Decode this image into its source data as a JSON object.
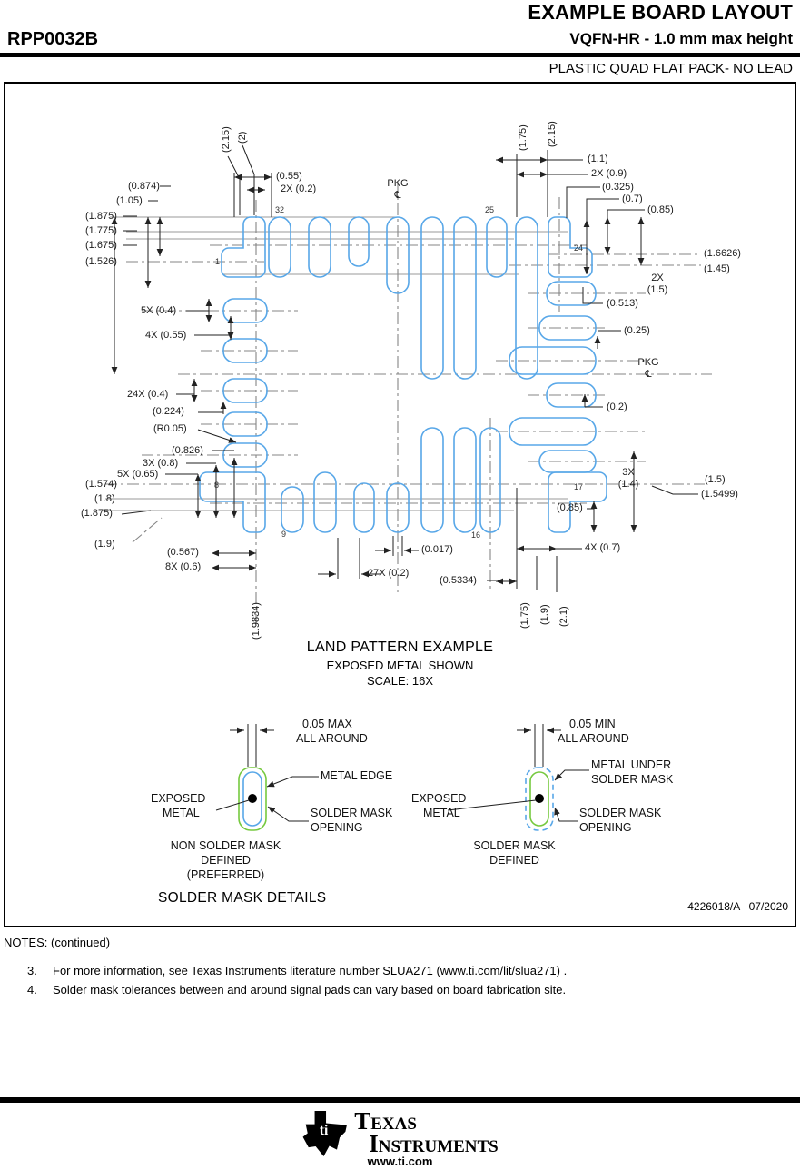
{
  "header": {
    "part_number": "RPP0032B",
    "title": "EXAMPLE BOARD LAYOUT",
    "subtitle": "VQFN-HR - 1.0 mm max height",
    "package_type": "PLASTIC QUAD FLAT PACK- NO LEAD"
  },
  "drawing": {
    "pkg": {
      "label": "PKG",
      "symbol": "℄"
    },
    "pins": {
      "p1": "1",
      "p8": "8",
      "p9": "9",
      "p16": "16",
      "p17": "17",
      "p24": "24",
      "p25": "25",
      "p32": "32"
    },
    "dims": {
      "d1": "(2.15)",
      "d2": "(2)",
      "d3": "(0.55)",
      "d4": "2X (0.2)",
      "d5": "(0.874)",
      "d6": "(1.05)",
      "d7": "(1.875)",
      "d8": "(1.775)",
      "d9": "(1.675)",
      "d10": "(1.526)",
      "d11": "5X (0.4)",
      "d12": "4X (0.55)",
      "d13": "24X (0.4)",
      "d14": "(0.224)",
      "d15": "(R0.05)",
      "d16": "(0.826)",
      "d17": "3X (0.8)",
      "d18": "5X (0.65)",
      "d19": "(1.574)",
      "d20": "(1.8)",
      "d21": "(1.875)",
      "d22": "(1.9)",
      "d23": "(0.567)",
      "d24": "8X (0.6)",
      "d25": "27X (0.2)",
      "d26": "(0.017)",
      "d27": "(0.5334)",
      "d28": "(1.9834)",
      "d29": "(1.75)",
      "d30": "(1.9)",
      "d31": "(2.1)",
      "d32": "4X (0.7)",
      "d33": "(0.85)",
      "d34a": "3X",
      "d34b": "(1.4)",
      "d35": "(1.5)",
      "d36": "(1.5499)",
      "d37": "(1.75)",
      "d38": "(2.15)",
      "d39": "(1.1)",
      "d40": "2X (0.9)",
      "d41": "(0.325)",
      "d42": "(0.7)",
      "d43": "(0.85)",
      "d44": "(1.6626)",
      "d45": "(1.45)",
      "d46a": "2X",
      "d46b": "(1.5)",
      "d47": "(0.513)",
      "d48": "(0.25)",
      "d49": "(0.2)"
    },
    "caption": {
      "title": "LAND PATTERN EXAMPLE",
      "sub1": "EXPOSED METAL SHOWN",
      "sub2": "SCALE: 16X"
    }
  },
  "solder_mask": {
    "left": {
      "dim1": "0.05 MAX",
      "dim2": "ALL AROUND",
      "metal_edge": "METAL EDGE",
      "exposed1": "EXPOSED",
      "exposed2": "METAL",
      "opening1": "SOLDER MASK",
      "opening2": "OPENING",
      "caption1": "NON SOLDER MASK",
      "caption2": "DEFINED",
      "caption3": "(PREFERRED)"
    },
    "right": {
      "dim1": "0.05 MIN",
      "dim2": "ALL AROUND",
      "under1": "METAL UNDER",
      "under2": "SOLDER MASK",
      "exposed1": "EXPOSED",
      "exposed2": "METAL",
      "opening1": "SOLDER MASK",
      "opening2": "OPENING",
      "caption1": "SOLDER MASK",
      "caption2": "DEFINED"
    },
    "caption": "SOLDER MASK DETAILS",
    "doc_number": "4226018/A   07/2020"
  },
  "notes": {
    "heading": "NOTES: (continued)",
    "items": [
      {
        "num": "3.",
        "text": "For more information, see Texas Instruments literature number SLUA271 (www.ti.com/lit/slua271) ."
      },
      {
        "num": "4.",
        "text": "Solder mask tolerances between and around signal pads can vary based on board fabrication site."
      }
    ]
  },
  "footer": {
    "brand1": "Texas",
    "brand2": "Instruments",
    "url": "www.ti.com"
  },
  "colors": {
    "pad_outline": "#58a7e8",
    "solder_mask_green": "#76c93f",
    "centerline_gray": "#858585",
    "rule_black": "#000000"
  }
}
